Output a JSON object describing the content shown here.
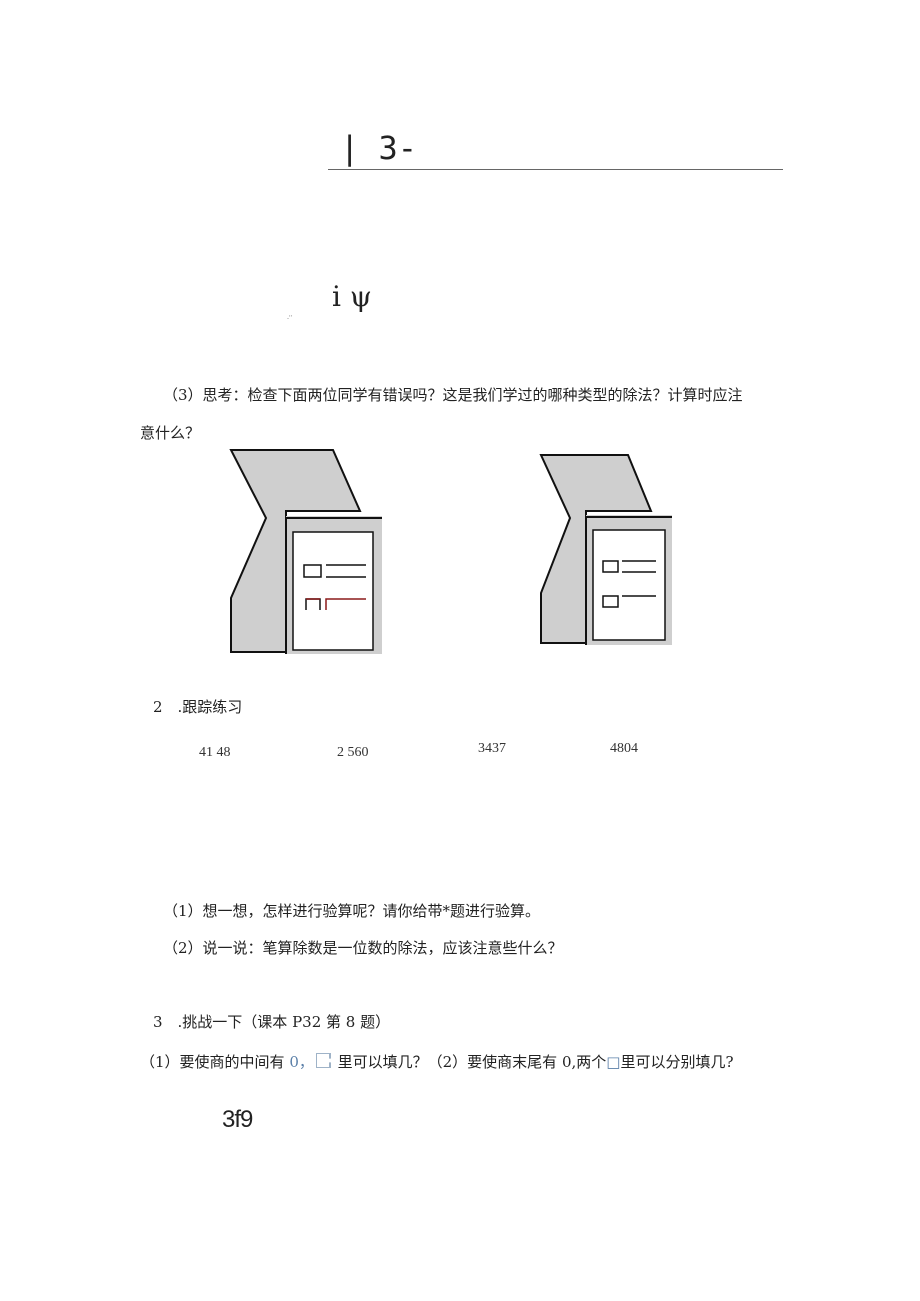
{
  "header": {
    "mark": "| 3-",
    "symbol": "i ψ",
    "tiny_mark": "-'’"
  },
  "section1": {
    "question_line1": "（3）思考：检查下面两位同学有错误吗？这是我们学过的哪种类型的除法？计算时应注",
    "question_line2": "意什么？"
  },
  "section2": {
    "title": "2　.跟踪练习",
    "problems": [
      "41 48",
      "2 560",
      "3437",
      "4804"
    ],
    "q1": "（1）想一想，怎样进行验算呢？请你给带*题进行验算。",
    "q2": "（2）说一说：笔算除数是一位数的除法，应该注意些什么？"
  },
  "section3": {
    "title": "3　.挑战一下（课本 P32 第 8 题）",
    "q1_pre": "（1）要使商的中间有 ",
    "q1_zero": "0，",
    "q1_post": " 里可以填几？（2）要使商末尾有 0,两个",
    "q1_box": "□",
    "q1_end": "里可以分别填几?",
    "expr": "3f9"
  },
  "colors": {
    "image_gray": "#cfcfcf",
    "accent_blue": "#5a7fa8",
    "accent_red": "#8b1a1a"
  }
}
